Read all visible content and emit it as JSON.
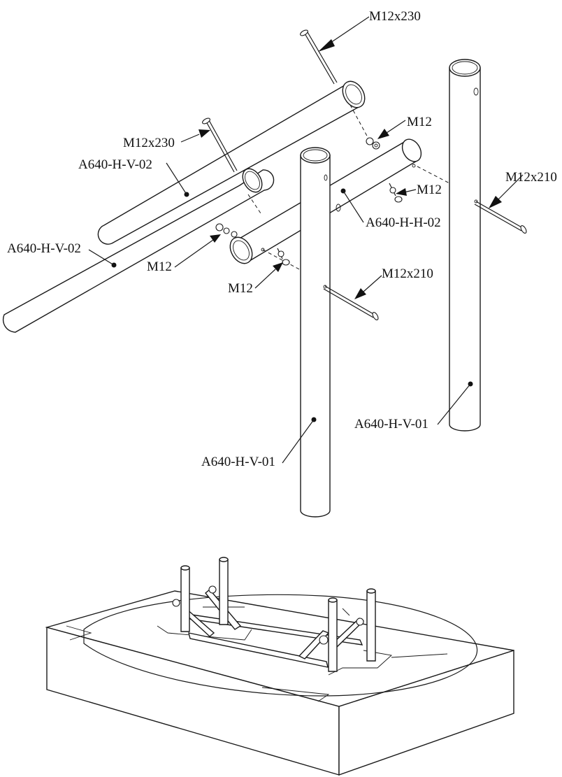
{
  "top_view": {
    "labels": {
      "bolt_top": "M12x230",
      "bolt_left": "M12x230",
      "nut_top_right": "M12",
      "nut_mid_right": "M12",
      "bolt_right": "M12x210",
      "tube_v02_upper": "A640-H-V-02",
      "tube_v02_lower": "A640-H-V-02",
      "tube_hh02": "A640-H-H-02",
      "nut_left": "M12",
      "nut_bottom": "M12",
      "bolt_mid": "M12x210",
      "post_right": "A640-H-V-01",
      "post_left": "A640-H-V-01"
    }
  },
  "bottom_view": {}
}
